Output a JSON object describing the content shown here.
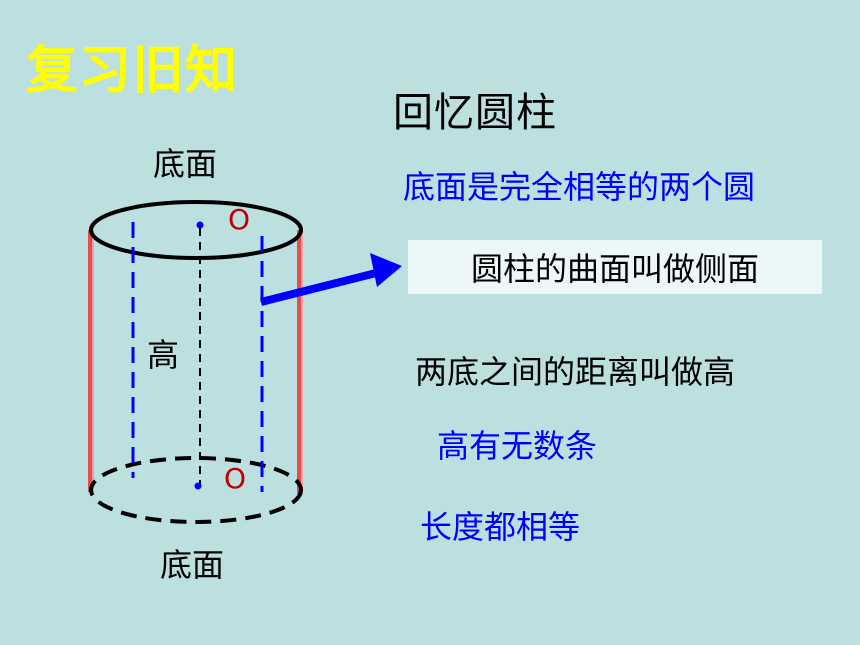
{
  "slide": {
    "title": "复习旧知",
    "subtitle": "回忆圆柱"
  },
  "diagram": {
    "top_base_label": "底面",
    "bottom_base_label": "底面",
    "height_label": "高",
    "center_top_label": "O",
    "center_bottom_label": "O"
  },
  "facts": {
    "base": "底面是完全相等的两个圆",
    "side": "圆柱的曲面叫做侧面",
    "height": "两底之间的距离叫做高",
    "many_heights": "高有无数条",
    "equal_length": "长度都相等"
  },
  "colors": {
    "background": "#bcdfe0",
    "title": "#ffff00",
    "blue_text": "#0000ff",
    "side_edge": "#e05050",
    "side_box": "#ecf8f8"
  }
}
